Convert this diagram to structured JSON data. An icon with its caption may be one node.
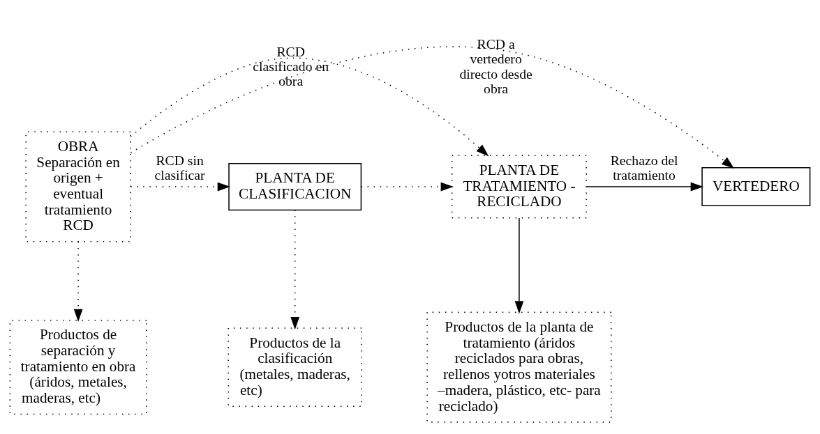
{
  "diagram": {
    "nodes": [
      {
        "text": [
          "OBRA Separación en origen + eventual tratamiento RCD"
        ]
      },
      {
        "text": [
          "VERTEDERO"
        ]
      },
      {
        "text": [
          "PLANTA DE TRATAMIENTO - RECICLADO"
        ]
      },
      {
        "text": [
          "PLANTA DE CLASIFICACION"
        ]
      },
      {
        "text": [
          "Productos de separación y tratamiento en obra (áridos, metales, maderas, etc)"
        ]
      },
      {
        "text": [
          "Productos de la clasificación (metales, maderas, etc)"
        ]
      },
      {
        "text": [
          "Productos de la planta de tratamiento (áridos reciclados para obras, rellenos yotros materiales –madera, plástico, etc- para reciclado)"
        ]
      }
    ],
    "edges": [
      {
        "from": 0,
        "to": 1,
        "arrow": "to",
        "label": "RCD a vertedero directo desde obra",
        "style": "dashed"
      },
      {
        "from": 0,
        "to": 2,
        "arrow": "to",
        "label": "RCD clasificado en obra",
        "style": "dashed"
      },
      {
        "from": 0,
        "to": 3,
        "arrow": "to",
        "label": "RCD sin clasificar",
        "style": "dashed"
      },
      {
        "from": 3,
        "to": 2,
        "arrow": "to",
        "style": "dashed"
      },
      {
        "from": 2,
        "to": 1,
        "arrow": "to",
        "label": "Rechazo del tratamiento"
      },
      {
        "from": 0,
        "to": 4,
        "arrow": "to",
        "style": "dashed"
      },
      {
        "from": 3,
        "to": 5,
        "arrow": "to",
        "style": "dashed"
      },
      {
        "from": 2,
        "to": 6,
        "arrow": "to"
      }
    ]
  }
}
